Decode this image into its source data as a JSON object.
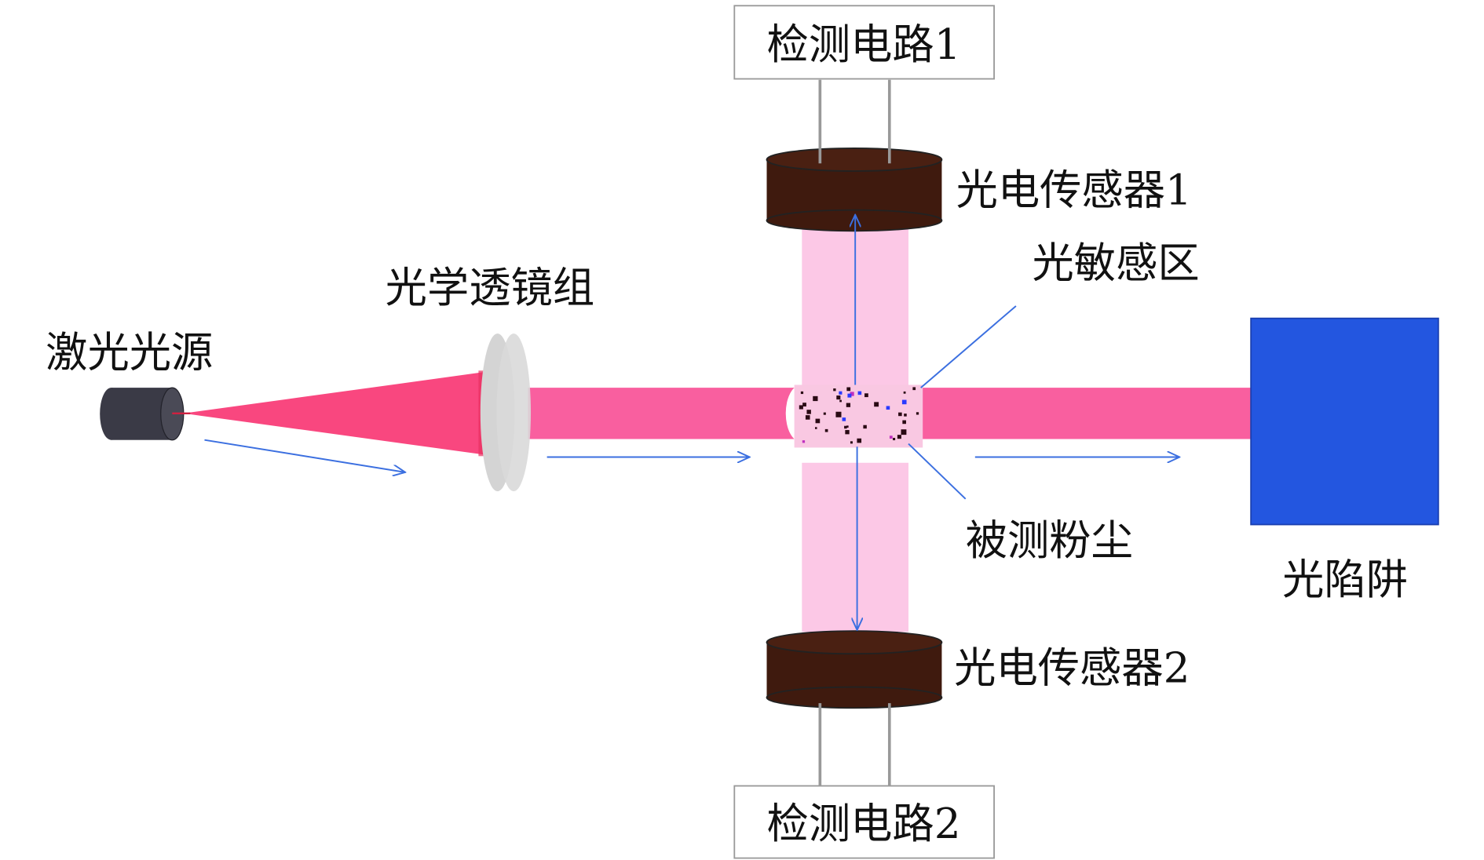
{
  "labels": {
    "circuit1": "检测电路1",
    "circuit2": "检测电路2",
    "sensor1": "光电传感器1",
    "sensor2": "光电传感器2",
    "sensitive_zone": "光敏感区",
    "lens_group": "光学透镜组",
    "laser_source": "激光光源",
    "dust": "被测粉尘",
    "light_trap": "光陷阱"
  },
  "colors": {
    "beam": "#f95f9f",
    "cone": "#f9477f",
    "scatter_band": "#fcc8e6",
    "sensor": "#3f1a0e",
    "laser_body": "#3a3a46",
    "light_trap": "#2356e0",
    "arrow": "#3b6fe0"
  }
}
